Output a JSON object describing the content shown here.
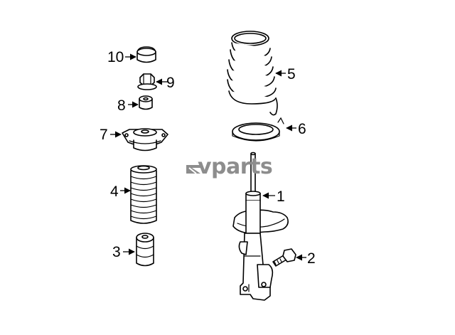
{
  "watermark": {
    "text": "vparts"
  },
  "callouts": {
    "p1": "1",
    "p2": "2",
    "p3": "3",
    "p4": "4",
    "p5": "5",
    "p6": "6",
    "p7": "7",
    "p8": "8",
    "p9": "9",
    "p10": "10"
  }
}
